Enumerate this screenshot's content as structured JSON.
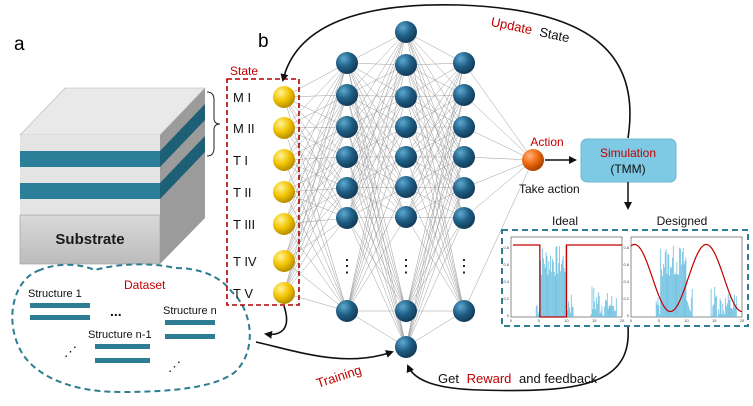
{
  "panel_a": {
    "label": "a",
    "substrate_label": "Substrate",
    "dataset": {
      "title": "Dataset",
      "structure_1": "Structure 1",
      "structure_n_minus_1": "Structure n-1",
      "structure_n": "Structure n",
      "ellipsis_h": "...",
      "ellipsis_d1": "⋰",
      "ellipsis_d2": "⋰"
    }
  },
  "panel_b": {
    "label": "b",
    "state_title": "State",
    "state_labels": [
      "M  I",
      "M  II",
      "T  I",
      "T  II",
      "T  III",
      "T  IV",
      "T  V"
    ],
    "action_label": "Action",
    "take_action": "Take action",
    "simulation": {
      "title": "Simulation",
      "subtitle": "(TMM)"
    },
    "update_state": {
      "highlight": "Update",
      "rest": "State"
    },
    "training": "Training",
    "reward": {
      "pre": "Get",
      "highlight": "Reward",
      "post": "and feedback"
    },
    "ellipsis": "⋮"
  },
  "spectra": {
    "ideal_title": "Ideal",
    "designed_title": "Designed",
    "y_ticks": [
      "0.8",
      "0.6",
      "0.4",
      "0.2",
      "0"
    ],
    "x_ticks": [
      "0",
      "5",
      "10",
      "15",
      "20"
    ]
  },
  "colors": {
    "red_accent": "#c00000",
    "node_blue": "#1f5f86",
    "node_yellow": "#f2c500",
    "action_orange": "#ee6a10",
    "sim_box": "#7ec9e3",
    "dataset_teal": "#2e7d92",
    "layer_teal": "#2f7f98",
    "spectrum_fill": "#6bbfe0",
    "ideal_line": "#c00000"
  }
}
